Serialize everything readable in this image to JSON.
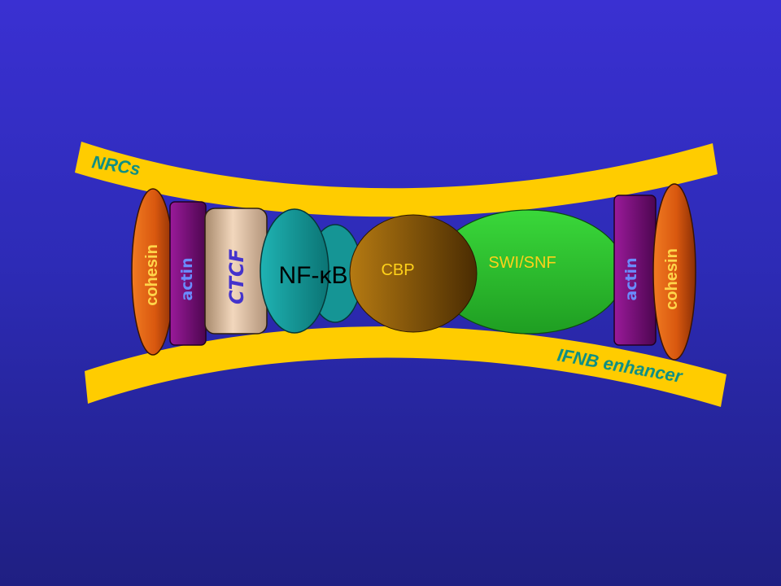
{
  "labels": {
    "strand_top": "NRCs",
    "strand_bottom": "IFNB enhancer",
    "cohesin_left": "cohesin",
    "actin_left": "actin",
    "ctcf": "CTCF",
    "nfkb": "NF-κB",
    "cbp": "CBP",
    "swisnf": "SWI/SNF",
    "actin_right": "actin",
    "cohesin_right": "cohesin"
  },
  "colors": {
    "background_top": "#3a30d2",
    "background_bottom": "#1f1f82",
    "strand": "#ffcc00",
    "strand_label": "#0f8f83",
    "cohesin": "#e0601a",
    "cohesin_text": "#ffd54a",
    "actin": "#7a0d7a",
    "actin_text": "#6a8cff",
    "ctcf": "#c9a98a",
    "ctcf_text": "#4433cc",
    "nfkb": "#1a9a9a",
    "cbp": "#8a5a08",
    "cbp_text": "#ffd21a",
    "swisnf": "#2fc82f",
    "swisnf_text": "#ffd21a"
  }
}
